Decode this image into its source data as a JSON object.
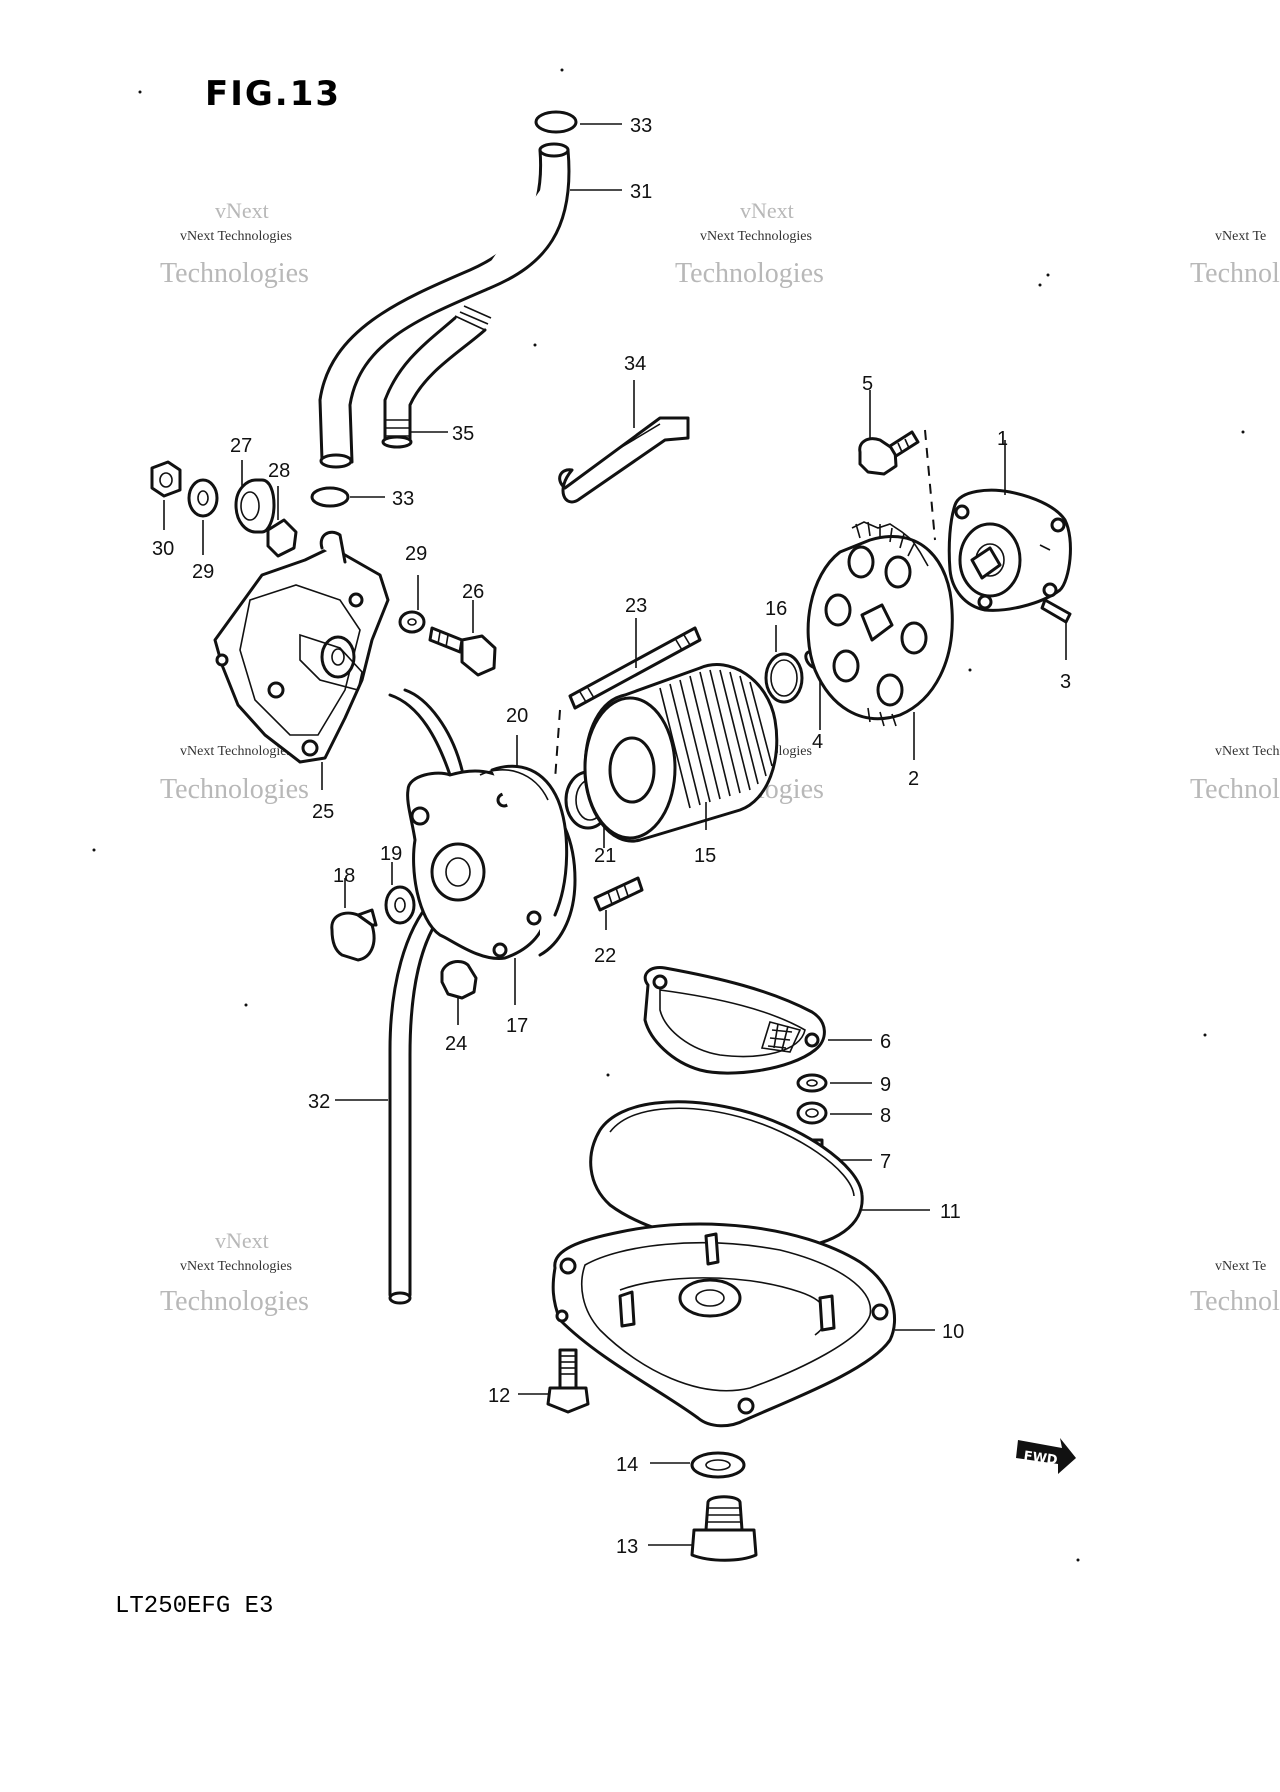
{
  "figure": {
    "title": "FIG.13",
    "model_code": "LT250EFG  E3"
  },
  "fwd_badge": "FWD",
  "watermark": {
    "line1": "vNext",
    "line2": "vNext Technologies",
    "line3": "Technologies",
    "line_edge_top": "vNext Te",
    "line_edge_mid": "vNext Technologies",
    "line_edge_bot": "vNext Techno"
  },
  "callouts": {
    "c1": "1",
    "c2": "2",
    "c3": "3",
    "c4": "4",
    "c5": "5",
    "c6": "6",
    "c7": "7",
    "c8": "8",
    "c9": "9",
    "c10": "10",
    "c11": "11",
    "c12": "12",
    "c13": "13",
    "c14": "14",
    "c15": "15",
    "c16": "16",
    "c17": "17",
    "c18": "18",
    "c19": "19",
    "c20": "20",
    "c21": "21",
    "c22": "22",
    "c23": "23",
    "c24": "24",
    "c25": "25",
    "c26": "26",
    "c27": "27",
    "c28": "28",
    "c29a": "29",
    "c29b": "29",
    "c30": "30",
    "c31": "31",
    "c32": "32",
    "c33a": "33",
    "c33b": "33",
    "c34": "34",
    "c35": "35"
  },
  "colors": {
    "ink": "#111111",
    "watermark": "#b8b8b8",
    "background": "#ffffff"
  }
}
